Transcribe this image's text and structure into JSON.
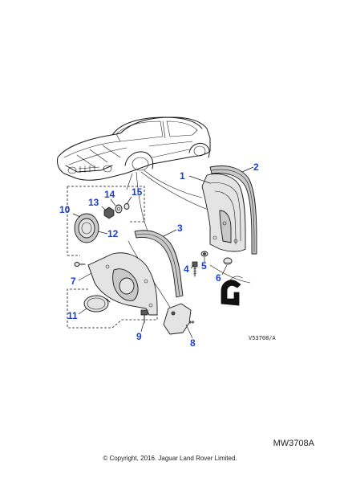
{
  "diagram": {
    "reference_code": "V53708/A",
    "callouts": [
      {
        "id": "1",
        "label": "1"
      },
      {
        "id": "2",
        "label": "2"
      },
      {
        "id": "3",
        "label": "3"
      },
      {
        "id": "4",
        "label": "4"
      },
      {
        "id": "5",
        "label": "5"
      },
      {
        "id": "6",
        "label": "6"
      },
      {
        "id": "7",
        "label": "7"
      },
      {
        "id": "8",
        "label": "8"
      },
      {
        "id": "9",
        "label": "9"
      },
      {
        "id": "10",
        "label": "10"
      },
      {
        "id": "11",
        "label": "11"
      },
      {
        "id": "12",
        "label": "12"
      },
      {
        "id": "13",
        "label": "13"
      },
      {
        "id": "14",
        "label": "14"
      },
      {
        "id": "15",
        "label": "15"
      }
    ],
    "callout_color": "#1a3fd6"
  },
  "footer": {
    "diagram_code": "MW3708A",
    "copyright": "© Copyright, 2016. Jaguar Land Rover Limited."
  }
}
